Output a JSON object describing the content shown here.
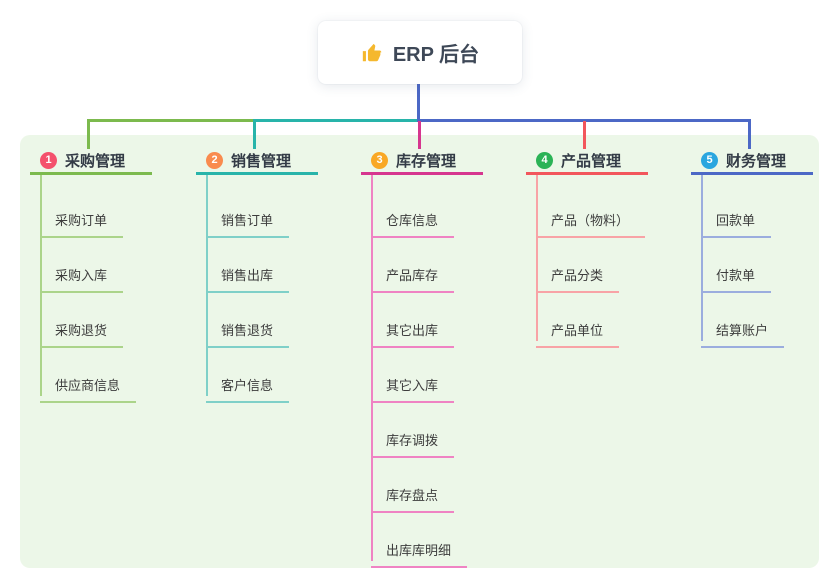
{
  "canvas": {
    "background_color": "#ffffff",
    "panel_color": "#ecf7e8"
  },
  "root": {
    "title": "ERP 后台",
    "icon": "thumbs-up-icon",
    "icon_color": "#f5b82e",
    "line_color": "#4c68c6"
  },
  "branches": [
    {
      "index": "1",
      "label": "采购管理",
      "badge_color": "#f4516c",
      "line_color": "#7cba4e",
      "child_line_color": "#abd48a",
      "children": [
        "采购订单",
        "采购入库",
        "采购退货",
        "供应商信息"
      ]
    },
    {
      "index": "2",
      "label": "销售管理",
      "badge_color": "#f98b4e",
      "line_color": "#28b4aa",
      "child_line_color": "#7fd0c8",
      "children": [
        "销售订单",
        "销售出库",
        "销售退货",
        "客户信息"
      ]
    },
    {
      "index": "3",
      "label": "库存管理",
      "badge_color": "#f9a825",
      "line_color": "#d6368f",
      "child_line_color": "#ef83c3",
      "children": [
        "仓库信息",
        "产品库存",
        "其它出库",
        "其它入库",
        "库存调拨",
        "库存盘点",
        "出库库明细"
      ]
    },
    {
      "index": "4",
      "label": "产品管理",
      "badge_color": "#2bb356",
      "line_color": "#f2565c",
      "child_line_color": "#f8a3a6",
      "children": [
        "产品（物料）",
        "产品分类",
        "产品单位"
      ]
    },
    {
      "index": "5",
      "label": "财务管理",
      "badge_color": "#2aa6df",
      "line_color": "#4c68c6",
      "child_line_color": "#9badde",
      "children": [
        "回款单",
        "付款单",
        "结算账户"
      ]
    }
  ]
}
